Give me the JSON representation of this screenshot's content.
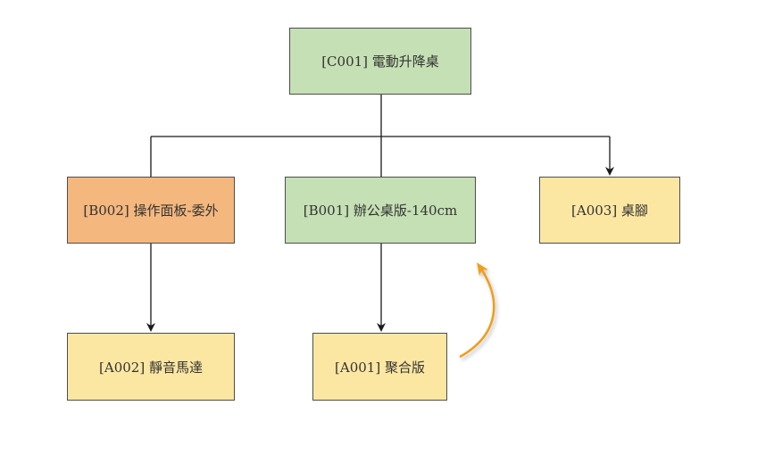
{
  "colors": {
    "root_fill": "#c5e0b4",
    "orange_fill": "#f4b77e",
    "yellow_fill": "#fce7a2",
    "edge": "#1a1a1a",
    "highlight_arrow": "#f39c12"
  },
  "nodes": {
    "c001": {
      "label": "[C001] 電動升降桌"
    },
    "b002": {
      "label": "[B002] 操作面板-委外"
    },
    "b001": {
      "label": "[B001] 辦公桌版-140cm"
    },
    "a003": {
      "label": "[A003] 桌腳"
    },
    "a002": {
      "label": "[A002] 靜音馬達"
    },
    "a001": {
      "label": "[A001] 聚合版"
    }
  }
}
